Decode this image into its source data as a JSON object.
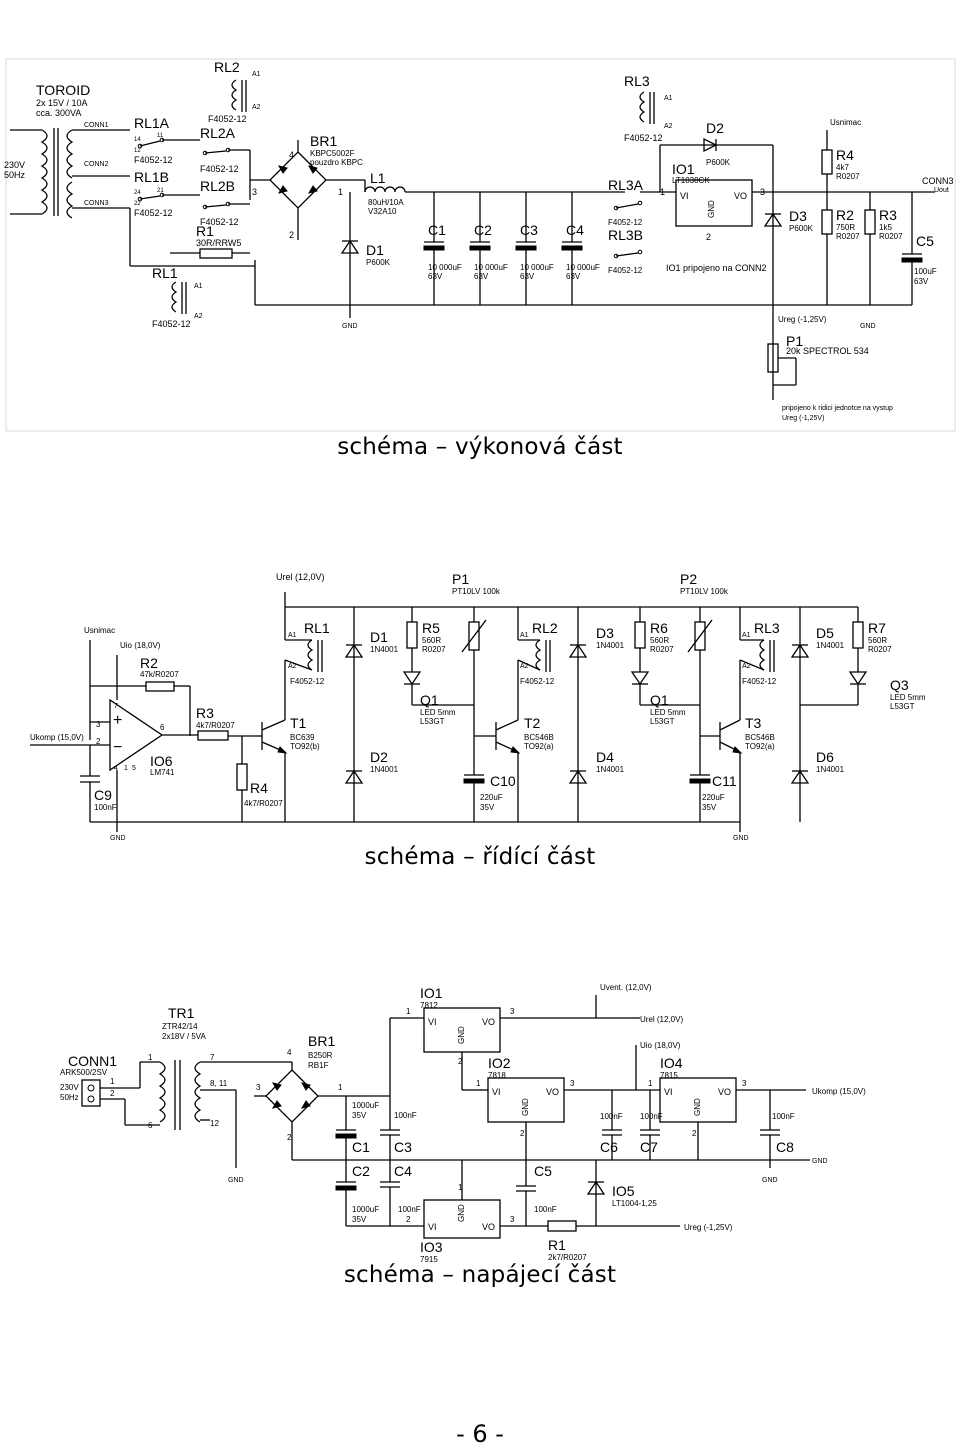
{
  "titles": {
    "power_stage": "schéma – výkonová část",
    "control": "schéma – řídící část",
    "supply": "schéma – napájecí část"
  },
  "page_number": "- 6 -",
  "power_stage": {
    "toroid": "TOROID",
    "toroid_spec1": "2x 15V / 10A",
    "toroid_spec2": "cca. 300VA",
    "mains1": "230V",
    "mains2": "50Hz",
    "conn1": "CONN1",
    "conn2": "CONN2",
    "conn3": "CONN3",
    "rl1a": "RL1A",
    "rl1b": "RL1B",
    "rl1": "RL1",
    "rl2": "RL2",
    "rl2a": "RL2A",
    "rl2b": "RL2B",
    "rl3": "RL3",
    "rl3a": "RL3A",
    "rl3b": "RL3B",
    "relay_type": "F4052-12",
    "pin_a1": "A1",
    "pin_a2": "A2",
    "pin_14": "14",
    "pin_12": "12",
    "pin_11": "11",
    "pin_24": "24",
    "pin_22": "22",
    "pin_21": "21",
    "r1": "R1",
    "r1_val": "30R/RRW5",
    "br1": "BR1",
    "br1_val1": "KBPC5002F",
    "br1_val2": "pouzdro KBPC",
    "l1": "L1",
    "l1_val1": "80uH/10A",
    "l1_val2": "V32A10",
    "d1": "D1",
    "d1_val": "P600K",
    "c1": "C1",
    "c2": "C2",
    "c3": "C3",
    "c4": "C4",
    "c_val1": "10 000uF",
    "c_val2": "63V",
    "io1": "IO1",
    "io1_val": "LT1038CK",
    "io1_note": "IO1 pripojeno na CONN2",
    "vi": "VI",
    "vo": "VO",
    "gnd": "GND",
    "d2": "D2",
    "d2_val": "P600K",
    "d3": "D3",
    "d3_val": "P600K",
    "usnimac": "Usnimac",
    "r4": "R4",
    "r4_val1": "4k7",
    "r4_val2": "R0207",
    "r2": "R2",
    "r2_val1": "750R",
    "r2_val2": "R0207",
    "r3": "R3",
    "r3_val1": "1k5",
    "r3_val2": "R0207",
    "c5": "C5",
    "c5_val1": "100uF",
    "c5_val2": "63V",
    "uout": "Uout",
    "ureg": "Ureg (-1,25V)",
    "p1": "P1",
    "p1_val": "20k SPECTROL 534",
    "note1": "pripojeno k ridici jednotce na vystup",
    "note2": "Ureg (-1,25V)",
    "n1": "1",
    "n2": "2",
    "n3": "3",
    "n4": "4"
  },
  "control": {
    "urel": "Urel (12,0V)",
    "p1": "P1",
    "p2": "P2",
    "pot_val": "PT10LV 100k",
    "usnimac": "Usnimac",
    "uio": "Uio (18,0V)",
    "ukomp": "Ukomp (15,0V)",
    "r2": "R2",
    "r2_val": "47k/R0207",
    "r3": "R3",
    "r3_val": "4k7/R0207",
    "r4": "R4",
    "r4_val": "4k7/R0207",
    "io6": "IO6",
    "io6_val": "LM741",
    "c9": "C9",
    "c9_val": "100nF",
    "t1": "T1",
    "t1_val1": "BC639",
    "t1_val2": "TO92(b)",
    "t2": "T2",
    "t3": "T3",
    "t_val1": "BC546B",
    "t_val2": "TO92(a)",
    "rl1": "RL1",
    "rl2": "RL2",
    "rl3": "RL3",
    "relay_type": "F4052-12",
    "a1": "A1",
    "a2": "A2",
    "d1": "D1",
    "d2": "D2",
    "d3": "D3",
    "d4": "D4",
    "d5": "D5",
    "d6": "D6",
    "d_val": "1N4001",
    "r5": "R5",
    "r6": "R6",
    "r7": "R7",
    "r_val1": "560R",
    "r_val2": "R0207",
    "q1": "Q1",
    "q3": "Q3",
    "led1": "LED 5mm",
    "led2": "L53GT",
    "c10": "C10",
    "c11": "C11",
    "c_val1": "220uF",
    "c_val2": "35V",
    "gnd": "GND",
    "n2": "2",
    "n3": "3",
    "n4": "4",
    "n5": "5",
    "n6": "6",
    "n7": "7",
    "n1": "1"
  },
  "supply": {
    "tr1": "TR1",
    "tr1_val1": "ZTR42/14",
    "tr1_val2": "2x18V / 5VA",
    "conn1": "CONN1",
    "conn1_val": "ARK500/2SV",
    "mains1": "230V",
    "mains2": "50Hz",
    "br1": "BR1",
    "br1_val1": "B250R",
    "br1_val2": "RB1F",
    "io1": "IO1",
    "io1_val": "7812",
    "io2": "IO2",
    "io2_val": "7818",
    "io3": "IO3",
    "io3_val": "7915",
    "io4": "IO4",
    "io4_val": "7815",
    "io5": "IO5",
    "io5_val": "LT1004-1,25",
    "vi": "VI",
    "vo": "VO",
    "gnd": "GND",
    "uvent": "Uvent. (12,0V)",
    "urel": "Urel (12,0V)",
    "uio": "Uio (18,0V)",
    "ukomp": "Ukomp (15,0V)",
    "ureg": "Ureg (-1,25V)",
    "c1": "C1",
    "c2": "C2",
    "c3": "C3",
    "c4": "C4",
    "c5": "C5",
    "c6": "C6",
    "c7": "C7",
    "c8": "C8",
    "c_big1": "1000uF",
    "c_big2": "35V",
    "c_small": "100nF",
    "r1": "R1",
    "r1_val": "2k7/R0207",
    "n1": "1",
    "n2": "2",
    "n3": "3",
    "n4": "4",
    "n6": "6",
    "n7": "7",
    "n811": "8, 11",
    "n12": "12"
  }
}
